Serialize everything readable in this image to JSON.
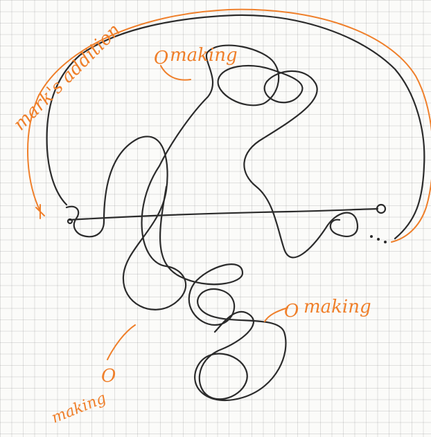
{
  "colors": {
    "ink": "#2b2b2b",
    "annotation": "#ef7f2a",
    "grid": "#b8b8b8"
  },
  "annotations": {
    "top_label": "making",
    "top_label_marker": "O",
    "side_label": "mark's addition",
    "right_label": "making",
    "right_label_marker": "O",
    "bottom_label": "making",
    "bottom_label_marker": "O"
  }
}
